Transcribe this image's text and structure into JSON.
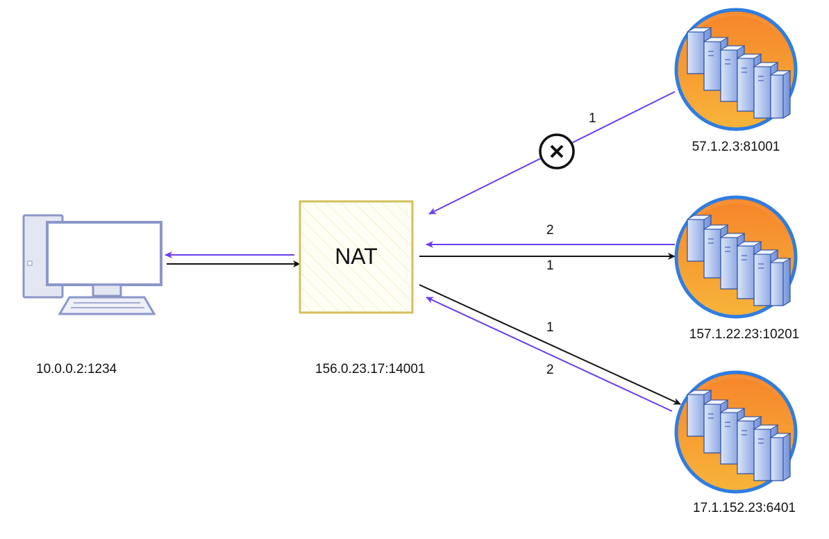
{
  "diagram": {
    "nodes": {
      "client": {
        "icon": "desktop-computer-icon",
        "address": "10.0.0.2:1234"
      },
      "nat": {
        "label": "NAT",
        "address": "156.0.23.17:14001"
      },
      "server_top": {
        "icon": "server-rack-icon",
        "address": "57.1.2.3:81001"
      },
      "server_middle": {
        "icon": "server-rack-icon",
        "address": "157.1.22.23:10201"
      },
      "server_bottom": {
        "icon": "server-rack-icon",
        "address": "17.1.152.23:6401"
      }
    },
    "edges": {
      "top_inbound": {
        "label": "1",
        "blocked": true,
        "blocked_icon": "blocked-x-circle-icon"
      },
      "middle_inbound": {
        "label": "2"
      },
      "middle_outbound": {
        "label": "1"
      },
      "bottom_outbound": {
        "label": "1"
      },
      "bottom_inbound": {
        "label": "2"
      }
    },
    "colors": {
      "outbound": "#111111",
      "inbound": "#6a3df0",
      "nat_border": "#d6bf5a",
      "nat_fill": "#fffef4",
      "computer": "#8b96c9",
      "globe_orange": "#f0922b",
      "globe_ring": "#2f7de1"
    }
  }
}
